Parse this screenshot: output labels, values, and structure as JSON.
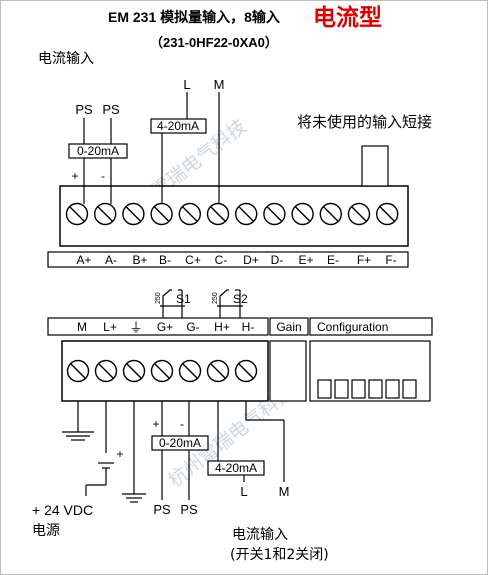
{
  "title": {
    "line1": "EM 231 模拟量输入，8输入",
    "highlight": "电流型",
    "line2": "（231-0HF22-0XA0）",
    "highlight_color": "#e00000"
  },
  "top_section": {
    "current_input_label": "电流输入",
    "short_unused_note": "将未使用的输入短接",
    "ps1": "PS",
    "ps2": "PS",
    "range_0_20": "0-20mA",
    "plus": "+",
    "minus": "-",
    "L": "L",
    "M": "M",
    "range_4_20": "4-20mA",
    "terminals": [
      "A+",
      "A-",
      "B+",
      "B-",
      "C+",
      "C-",
      "D+",
      "D-",
      "E+",
      "E-",
      "F+",
      "F-"
    ]
  },
  "bottom_section": {
    "terminals": [
      "M",
      "L+",
      "G+",
      "G-",
      "H+",
      "H-"
    ],
    "ground_symbol": "⏚",
    "s1": "S1",
    "s2": "S2",
    "ohm1": "250",
    "ohm2": "250",
    "gain_label": "Gain",
    "configuration_label": "Configuration",
    "plus": "+",
    "minus": "-",
    "range_0_20": "0-20mA",
    "range_4_20": "4-20mA",
    "ps1": "PS",
    "ps2": "PS",
    "L": "L",
    "M": "M",
    "supply_voltage": "+ 24 VDC",
    "power_label": "电源",
    "current_input_label": "电流输入",
    "switch_note": "(开关1和2关闭)"
  },
  "watermark": "杭州雷瑞电气科技"
}
